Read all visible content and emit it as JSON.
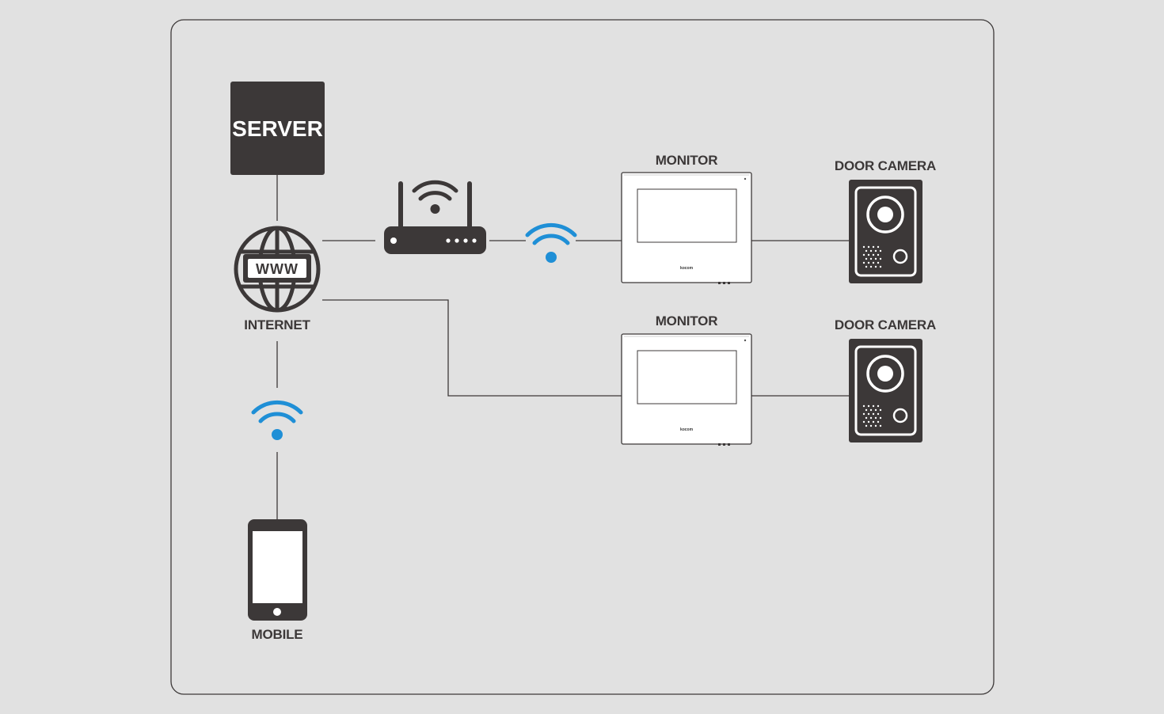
{
  "labels": {
    "server": "SERVER",
    "www": "WWW",
    "internet": "INTERNET",
    "mobile": "MOBILE",
    "monitor_1": "MONITOR",
    "monitor_2": "MONITOR",
    "door_camera_1": "DOOR CAMERA",
    "door_camera_2": "DOOR CAMERA",
    "monitor_brand_1": "kocom",
    "monitor_brand_2": "kocom"
  },
  "colors": {
    "background": "#e1e1e1",
    "panel_border": "#3c3838",
    "device": "#3c3838",
    "line": "#3c3838",
    "wifi": "#1f8fd6",
    "monitor_body": "#ffffff"
  },
  "icons": {
    "server": "server-box",
    "internet": "globe-www-icon",
    "router": "wifi-router-icon",
    "wifi": "wifi-icon",
    "mobile": "smartphone-icon",
    "monitor": "video-intercom-monitor",
    "door_camera": "door-camera-panel"
  }
}
